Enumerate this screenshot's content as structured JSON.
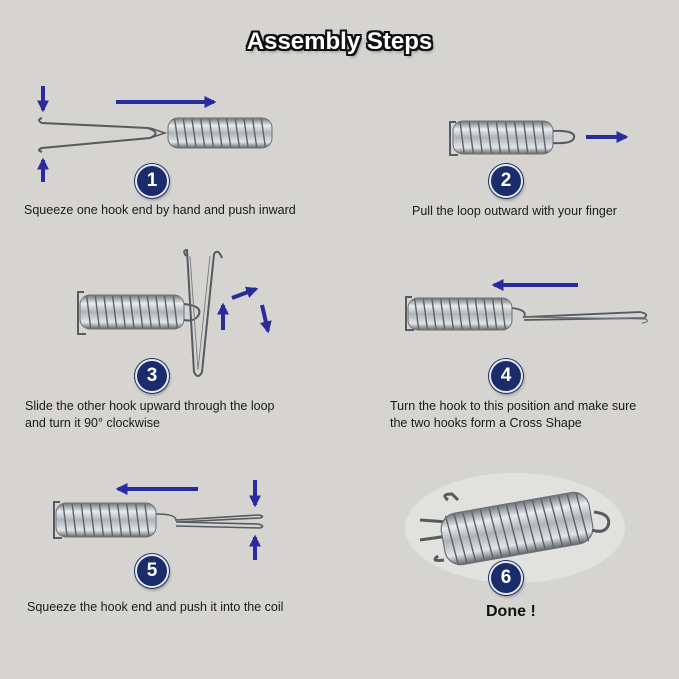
{
  "title": "Assembly Steps",
  "colors": {
    "background": "#d6d4d0",
    "arrow": "#2b2ba0",
    "badge": "#1a2d6a",
    "metal": "#b8bcc0"
  },
  "steps": [
    {
      "number": "1",
      "caption": "Squeeze one hook end by hand and push inward",
      "icon": "spring-with-hook-squeeze-arrows-icon"
    },
    {
      "number": "2",
      "caption": "Pull the loop outward with your finger",
      "icon": "spring-loop-pull-arrow-icon"
    },
    {
      "number": "3",
      "caption_line1": "Slide the other hook upward through the loop",
      "caption_line2": "and turn it 90° clockwise",
      "icon": "hook-through-loop-rotate-arrows-icon"
    },
    {
      "number": "4",
      "caption_line1": "Turn the hook to this position and make sure",
      "caption_line2": "the two hooks form a Cross Shape",
      "icon": "cross-shape-hooks-arrow-icon"
    },
    {
      "number": "5",
      "caption": "Squeeze the hook end and push it into the coil",
      "icon": "squeeze-push-into-coil-arrows-icon"
    },
    {
      "number": "6",
      "caption": "Done !",
      "icon": "assembled-spring-photo-icon"
    }
  ]
}
